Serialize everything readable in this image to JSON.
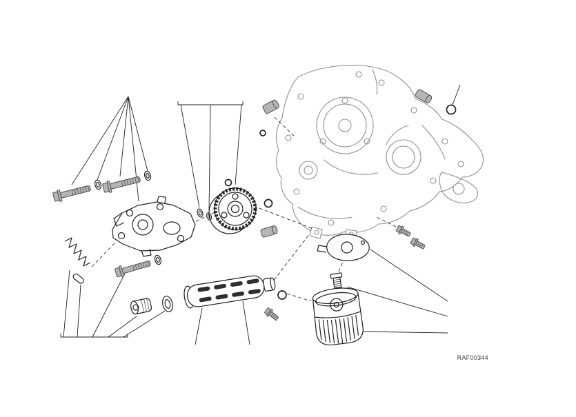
{
  "figure": {
    "code": "RAF00344",
    "colors": {
      "background": "#ffffff",
      "line": "#1f1f1f",
      "case_line": "#8f8f8f",
      "metal_fill": "#b5b5b5",
      "leader": "#1f1f1f"
    }
  },
  "parts": {
    "names": [
      "crankcase",
      "flange-bolt",
      "washer",
      "oil-pump-body",
      "relief-spring",
      "relief-plunger",
      "oil-pump-drive-gear",
      "shaft-bushing",
      "o-ring",
      "dowel-bushing",
      "screw",
      "filter-cover-plate",
      "filter-union",
      "oil-filter-cartridge",
      "oil-strainer-tube",
      "screw-plug",
      "sealing-washer"
    ]
  }
}
